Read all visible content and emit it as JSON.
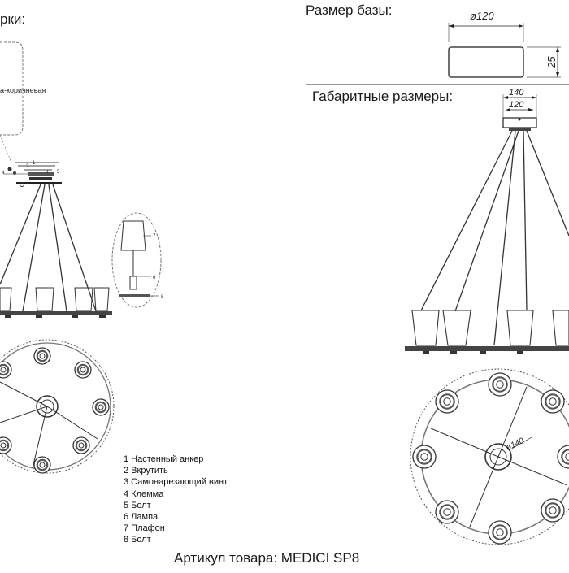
{
  "headings": {
    "partial_left": "рки:",
    "base_size": "Размер базы:",
    "overall_size": "Габаритные размеры:",
    "article": "Артикул товара: MEDICI SP8"
  },
  "color_note": "а-коричневая",
  "dimensions": {
    "base_diameter": "ø120",
    "base_height": "25",
    "canopy_outer": "140",
    "canopy_inner": "120",
    "ring_diameter": "ø140"
  },
  "parts_legend": [
    "1 Настенный анкер",
    "2 Вкрутить",
    "3 Самонарезающий винт",
    "4 Клемма",
    "5 Болт",
    "6 Лампа",
    "7 Плафон",
    "8 Болт"
  ],
  "callouts": {
    "n1": "1",
    "n2": "2",
    "n3": "3",
    "n4": "4",
    "n5": "5",
    "n6": "6",
    "n7": "7",
    "n8": "8"
  }
}
